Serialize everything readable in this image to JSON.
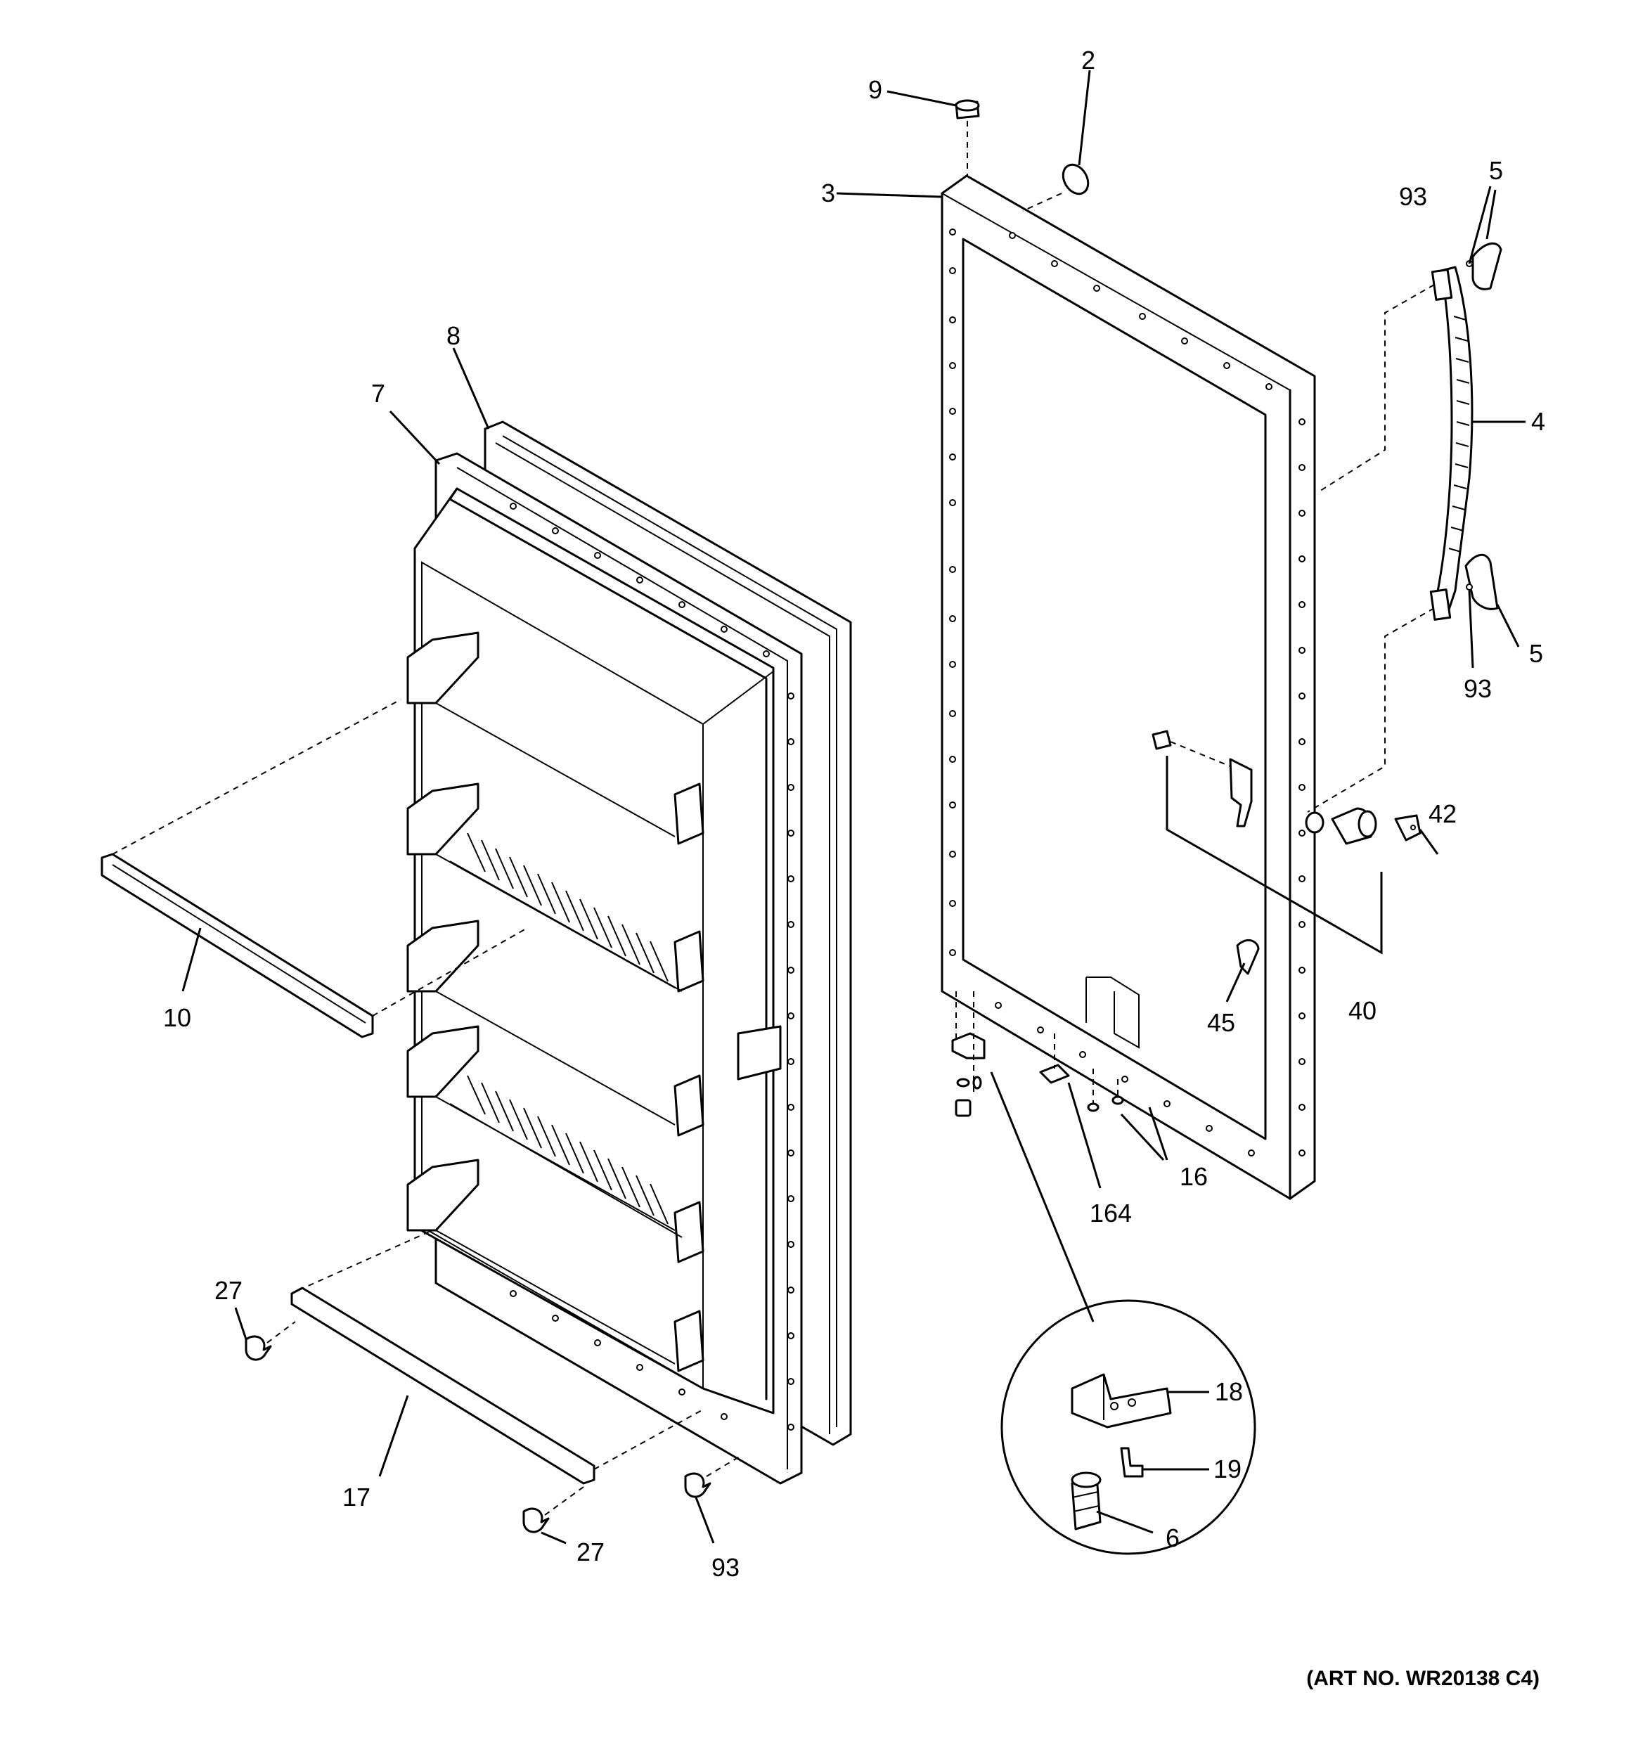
{
  "callouts": {
    "c2": "2",
    "c3": "3",
    "c4": "4",
    "c5a": "5",
    "c5b": "5",
    "c6": "6",
    "c7": "7",
    "c8": "8",
    "c9": "9",
    "c10": "10",
    "c16": "16",
    "c17": "17",
    "c18": "18",
    "c19": "19",
    "c27a": "27",
    "c27b": "27",
    "c40": "40",
    "c42": "42",
    "c45": "45",
    "c93a": "93",
    "c93b": "93",
    "c93c": "93",
    "c164": "164"
  },
  "art_number": "(ART NO. WR20138 C4)"
}
